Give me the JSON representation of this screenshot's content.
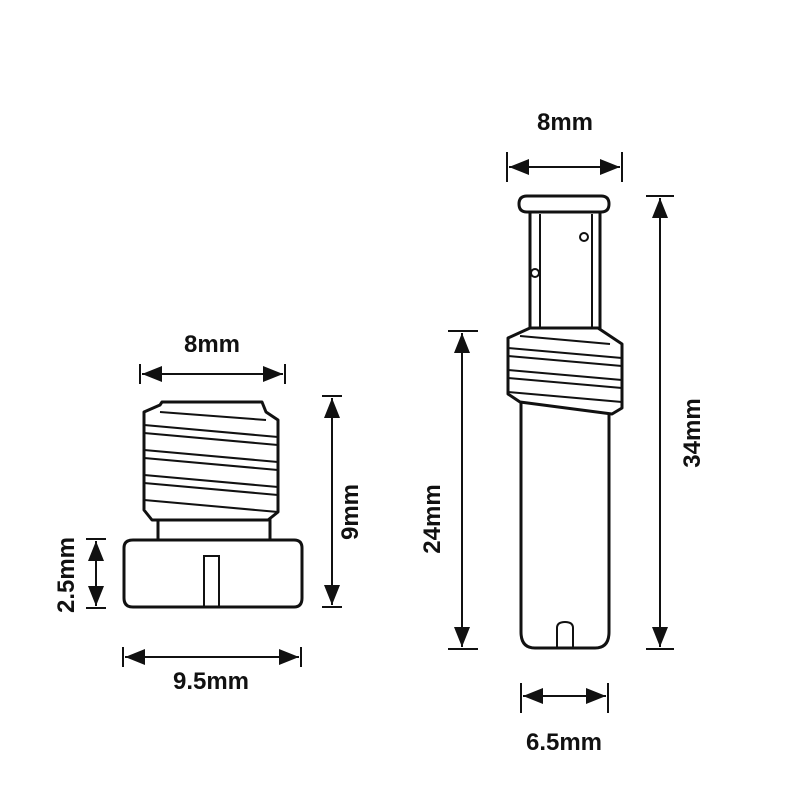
{
  "diagram": {
    "left_part": {
      "width_top": "8mm",
      "height_total": "9mm",
      "head_height": "2.5mm",
      "width_head": "9.5mm"
    },
    "right_part": {
      "width_top": "8mm",
      "length_thread": "24mm",
      "length_total": "34mm",
      "width_shaft": "6.5mm"
    },
    "colors": {
      "line": "#111111",
      "background": "#ffffff"
    }
  }
}
